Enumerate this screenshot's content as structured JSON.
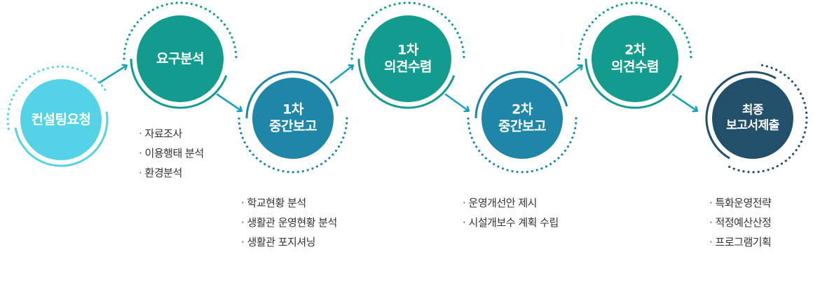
{
  "steps": [
    {
      "id": "consulting-request",
      "title": "컨설팅요청",
      "color": "#55d3e6"
    },
    {
      "id": "needs-analysis",
      "title": "요구분석",
      "color": "#139c8e"
    },
    {
      "id": "interim-report-1",
      "title": "1차\n중간보고",
      "color": "#1f86a8"
    },
    {
      "id": "opinion-gathering-1",
      "title": "1차\n의견수렴",
      "color": "#139c8e"
    },
    {
      "id": "interim-report-2",
      "title": "2차\n중간보고",
      "color": "#1f86a8"
    },
    {
      "id": "opinion-gathering-2",
      "title": "2차\n의견수렴",
      "color": "#139c8e"
    },
    {
      "id": "final-report",
      "title": "최종\n보고서제출",
      "color": "#22506a"
    }
  ],
  "details": {
    "needs_analysis": [
      "자료조사",
      "이용행태 분석",
      "환경분석"
    ],
    "interim_report_1": [
      "학교현황 분석",
      "생활관 운영현황 분석",
      "생활관 포지셔닝"
    ],
    "interim_report_2": [
      "운영개선안 제시",
      "시설개보수 계획 수립"
    ],
    "final_report": [
      "특화운영전략",
      "적정예산산정",
      "프로그램기획"
    ]
  },
  "colors": {
    "connector": "#1aa3b8"
  }
}
